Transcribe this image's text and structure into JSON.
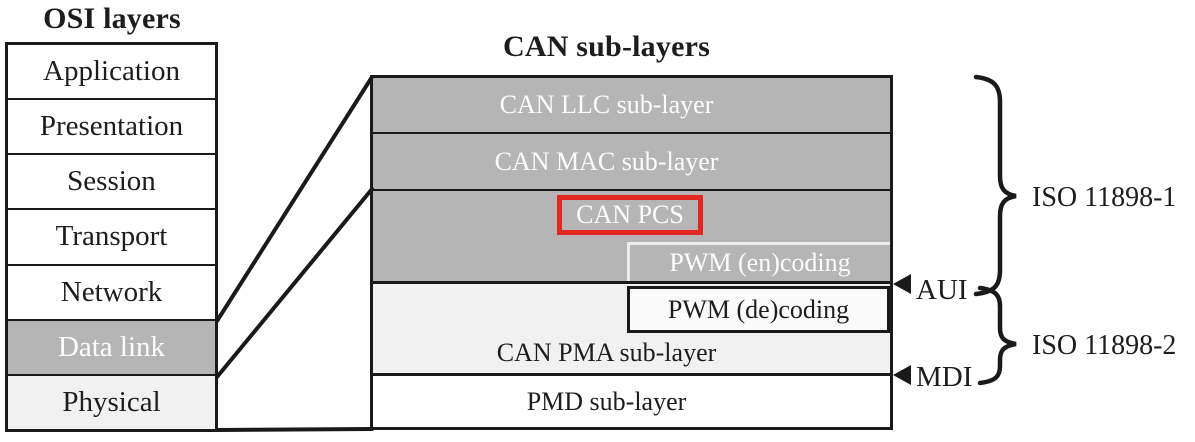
{
  "osi": {
    "title": "OSI layers",
    "rows": [
      {
        "label": "Application"
      },
      {
        "label": "Presentation"
      },
      {
        "label": "Session"
      },
      {
        "label": "Transport"
      },
      {
        "label": "Network"
      },
      {
        "label": "Data link",
        "highlighted": true
      },
      {
        "label": "Physical",
        "shaded": true
      }
    ]
  },
  "can": {
    "title": "CAN sub-layers",
    "llc": "CAN LLC sub-layer",
    "mac": "CAN MAC sub-layer",
    "pcs": "CAN PCS",
    "pwm_encoding": "PWM (en)coding",
    "pwm_decoding": "PWM (de)coding",
    "pma": "CAN PMA sub-layer",
    "pmd": "PMD sub-layer"
  },
  "annotations": {
    "aui": "AUI",
    "mdi": "MDI",
    "iso_11898_1": "ISO 11898-1",
    "iso_11898_2": "ISO 11898-2"
  },
  "colors": {
    "layer_gray": "#b5b5b5",
    "layer_light_gray": "#f1f1f1",
    "line_dark": "#1a1a1a",
    "highlight_red": "#e3261f",
    "text_on_gray": "#fcfcfc"
  }
}
